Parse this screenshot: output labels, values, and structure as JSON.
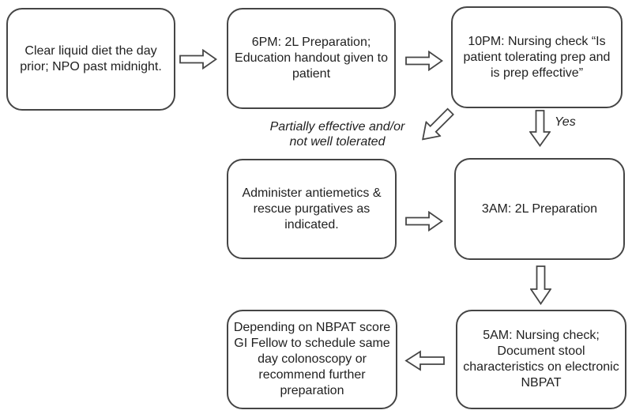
{
  "figure_type": "flowchart",
  "nodes": [
    {
      "id": "clear-liquid-diet",
      "text": "Clear liquid diet the day\nprior; NPO past midnight."
    },
    {
      "id": "prep-6pm",
      "text": "6PM: 2L Preparation;\nEducation handout given to\npatient"
    },
    {
      "id": "nursing-check-10pm",
      "text": "10PM: Nursing check “Is\npatient tolerating prep and\nis prep effective”"
    },
    {
      "id": "antiemetics-rescue",
      "text": "Administer antiemetics &\nrescue purgatives as\nindicated."
    },
    {
      "id": "prep-3am",
      "text": "3AM: 2L Preparation"
    },
    {
      "id": "nursing-check-5am",
      "text": "5AM: Nursing check;\nDocument stool\ncharacteristics on electronic\nNBPAT"
    },
    {
      "id": "nbpat-score",
      "text": "Depending on NBPAT score\nGI Fellow to schedule same\nday colonoscopy or\nrecommend further\npreparation"
    }
  ],
  "edge_labels": {
    "partially_effective": "Partially effective and/or\nnot well tolerated",
    "yes": "Yes"
  },
  "colors": {
    "stroke": "#454545",
    "text": "#1f1f1f",
    "background": "#ffffff"
  }
}
